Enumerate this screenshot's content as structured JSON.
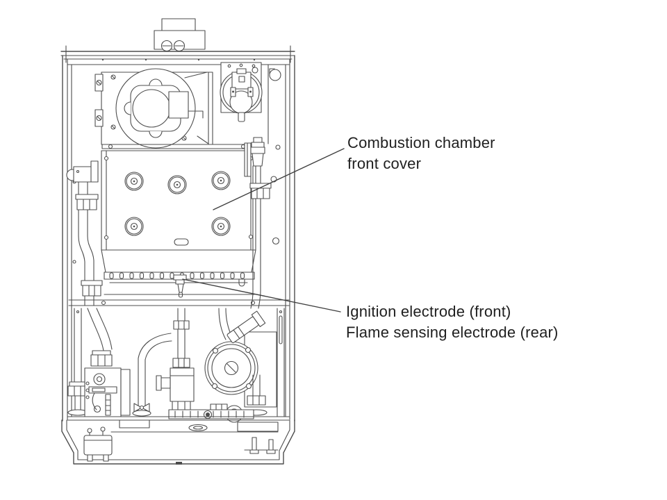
{
  "page": {
    "background": "#ffffff"
  },
  "diagram": {
    "subject": "Boiler internal front view line drawing",
    "line_color": "#4d4d4d",
    "text_color": "#1f1f1f",
    "annotations": [
      {
        "id": "combustion-cover",
        "lines": [
          "Combustion chamber",
          "front cover"
        ]
      },
      {
        "id": "electrodes",
        "lines": [
          "Ignition electrode (front)",
          "Flame sensing electrode (rear)"
        ]
      }
    ]
  }
}
